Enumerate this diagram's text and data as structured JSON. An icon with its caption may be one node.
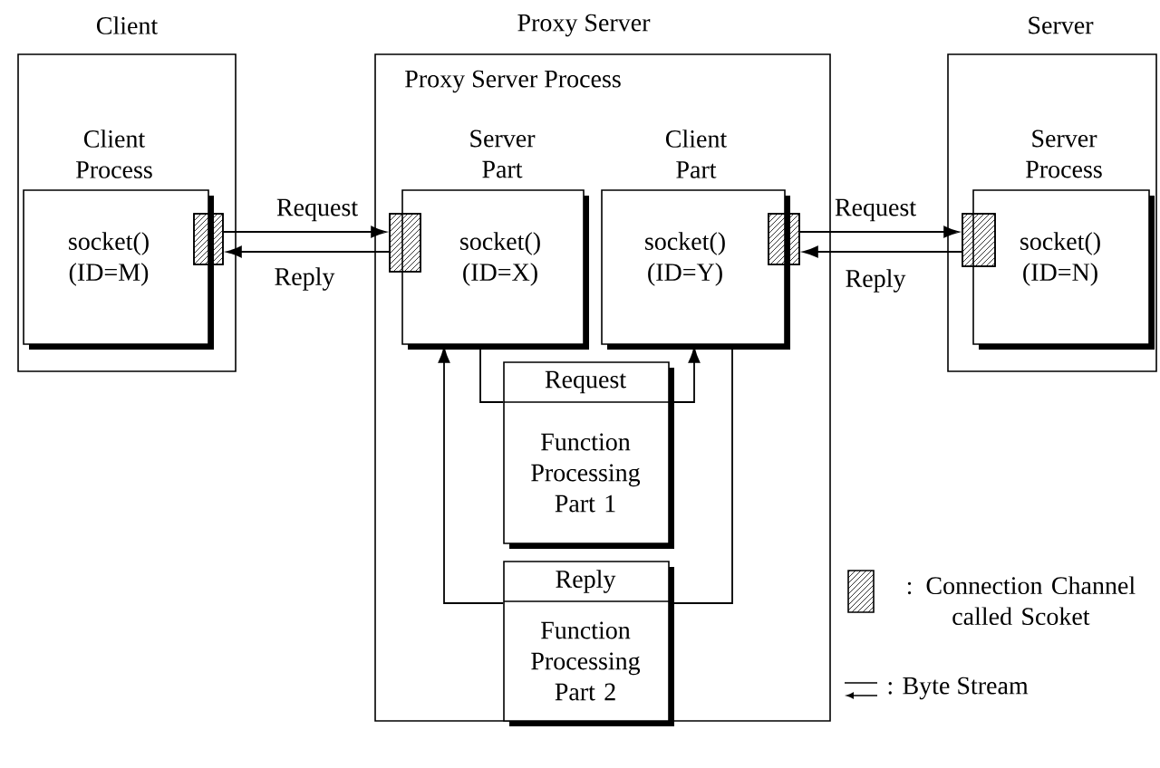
{
  "diagram": {
    "nodes": [
      {
        "text": [
          "Client"
        ]
      },
      {
        "text": [
          "Client Process",
          "socket() (ID=M)"
        ],
        "in": 0
      },
      {
        "text": [
          "Proxy Server",
          "Proxy Server Process"
        ]
      },
      {
        "text": [
          "Server Part",
          "socket() (ID=X)"
        ],
        "in": 2
      },
      {
        "text": [
          "Client Part",
          "socket() (ID=Y)"
        ],
        "in": 2
      },
      {
        "text": [
          "Request",
          "Function Processing Part 1"
        ],
        "in": 2
      },
      {
        "text": [
          "Reply",
          "Function Processing Part 2"
        ],
        "in": 2
      },
      {
        "text": [
          "Server"
        ]
      },
      {
        "text": [
          "Server Process",
          "socket() (ID=N)"
        ],
        "in": 7
      },
      {
        "text": [],
        "shape": "box",
        "in": 0
      },
      {
        "text": [],
        "shape": "box",
        "in": 2
      },
      {
        "text": [],
        "shape": "box",
        "in": 2
      },
      {
        "text": [],
        "shape": "box",
        "in": 7
      }
    ],
    "edges": [
      {
        "from": 9,
        "to": 10,
        "arrow": "to",
        "label": "Request"
      },
      {
        "from": 10,
        "to": 9,
        "arrow": "to",
        "label": "Reply"
      },
      {
        "from": 11,
        "to": 12,
        "arrow": "to",
        "label": "Request"
      },
      {
        "from": 12,
        "to": 11,
        "arrow": "to",
        "label": "Reply"
      },
      {
        "from": 3,
        "to": 5,
        "arrow": "none"
      },
      {
        "from": 5,
        "to": 4,
        "arrow": "to"
      },
      {
        "from": 4,
        "to": 6,
        "arrow": "none"
      },
      {
        "from": 6,
        "to": 3,
        "arrow": "to"
      }
    ],
    "legend": [
      {
        "text": ": Connection Channel called Scoket"
      },
      {
        "text": ": Byte Stream"
      }
    ]
  }
}
